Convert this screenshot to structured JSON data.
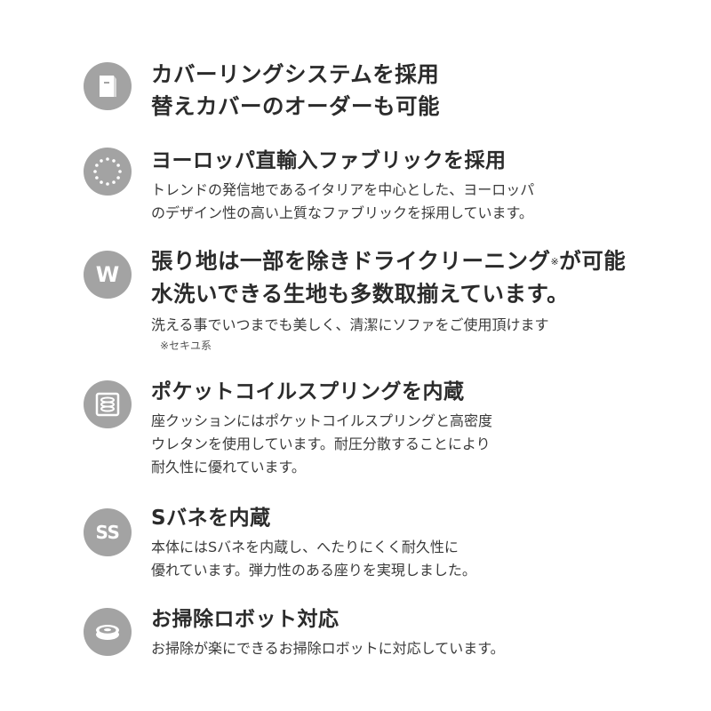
{
  "features": [
    {
      "icon": "fabric-cover-icon",
      "title_lines": [
        "カバーリングシステムを採用",
        "替えカバーのオーダーも可能"
      ],
      "desc_lines": []
    },
    {
      "icon": "eu-stars-icon",
      "title_lines": [
        "ヨーロッパ直輸入ファブリックを採用"
      ],
      "desc_lines": [
        "トレンドの発信地であるイタリアを中心とした、ヨーロッパ",
        "のデザイン性の高い上質なファブリックを採用しています。"
      ]
    },
    {
      "icon": "w-letter-icon",
      "icon_text": "W",
      "title_line1_before": "張り地は一部を除きドライクリーニング",
      "title_line1_mark": "※",
      "title_line1_after": "が可能",
      "title_line2": "水洗いできる生地も多数取揃えています。",
      "desc_lines": [
        "洗える事でいつまでも美しく、清潔にソファをご使用頂けます"
      ],
      "note": "※セキユ系"
    },
    {
      "icon": "pocket-coil-icon",
      "title_lines": [
        "ポケットコイルスプリングを内蔵"
      ],
      "desc_lines": [
        "座クッションにはポケットコイルスプリングと高密度",
        "ウレタンを使用しています。耐圧分散することにより",
        "耐久性に優れています。"
      ]
    },
    {
      "icon": "ss-letters-icon",
      "icon_text": "SS",
      "title_lines": [
        "Sバネを内蔵"
      ],
      "desc_lines": [
        "本体にはSバネを内蔵し、へたりにくく耐久性に",
        "優れています。弾力性のある座りを実現しました。"
      ]
    },
    {
      "icon": "robot-vacuum-icon",
      "title_lines": [
        "お掃除ロボット対応"
      ],
      "desc_lines": [
        "お掃除が楽にできるお掃除ロボットに対応しています。"
      ]
    }
  ]
}
